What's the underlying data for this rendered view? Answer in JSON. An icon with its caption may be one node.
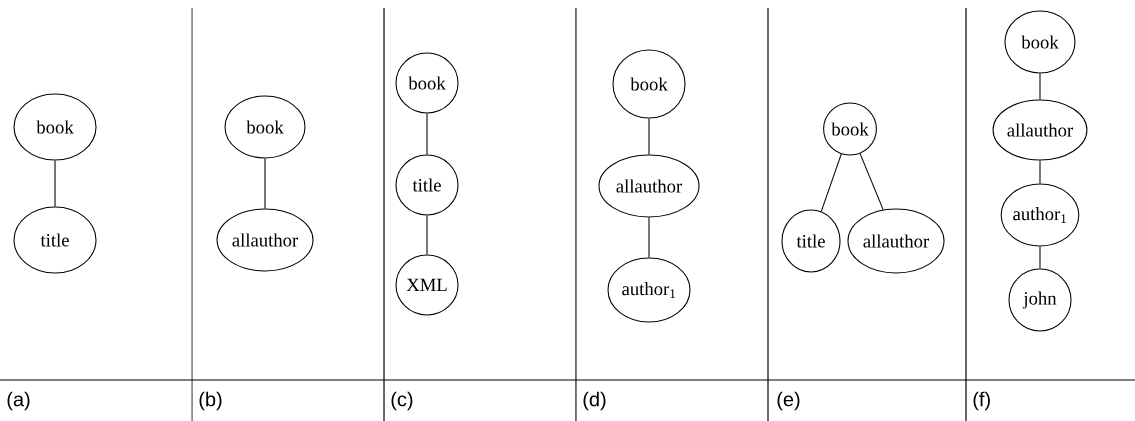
{
  "diagram": {
    "nodes": [
      {
        "text": [
          "book"
        ]
      },
      {
        "text": [
          "title"
        ]
      },
      {
        "text": [
          "book"
        ]
      },
      {
        "text": [
          "allauthor"
        ]
      },
      {
        "text": [
          "book"
        ]
      },
      {
        "text": [
          "title"
        ]
      },
      {
        "text": [
          "XML"
        ]
      },
      {
        "text": [
          "book"
        ]
      },
      {
        "text": [
          "allauthor"
        ]
      },
      {
        "text": [
          "author$_{1}$"
        ]
      },
      {
        "text": [
          "book"
        ]
      },
      {
        "text": [
          "title"
        ]
      },
      {
        "text": [
          "allauthor"
        ]
      },
      {
        "text": [
          "book"
        ]
      },
      {
        "text": [
          "allauthor"
        ]
      },
      {
        "text": [
          "author$_{1}$"
        ]
      },
      {
        "text": [
          "john"
        ]
      }
    ],
    "edges": [
      {
        "from": 0,
        "to": 1,
        "arrow": "none"
      },
      {
        "from": 2,
        "to": 3,
        "arrow": "none"
      },
      {
        "from": 4,
        "to": 5,
        "arrow": "none"
      },
      {
        "from": 5,
        "to": 6,
        "arrow": "none"
      },
      {
        "from": 7,
        "to": 8,
        "arrow": "none"
      },
      {
        "from": 8,
        "to": 9,
        "arrow": "none"
      },
      {
        "from": 10,
        "to": 11,
        "arrow": "none"
      },
      {
        "from": 10,
        "to": 12,
        "arrow": "none"
      },
      {
        "from": 13,
        "to": 14,
        "arrow": "none"
      },
      {
        "from": 14,
        "to": 15,
        "arrow": "none"
      },
      {
        "from": 15,
        "to": 16,
        "arrow": "none"
      }
    ],
    "labels": [
      "(a)",
      "(b)",
      "(c)",
      "(d)",
      "(e)",
      "(f)"
    ]
  }
}
